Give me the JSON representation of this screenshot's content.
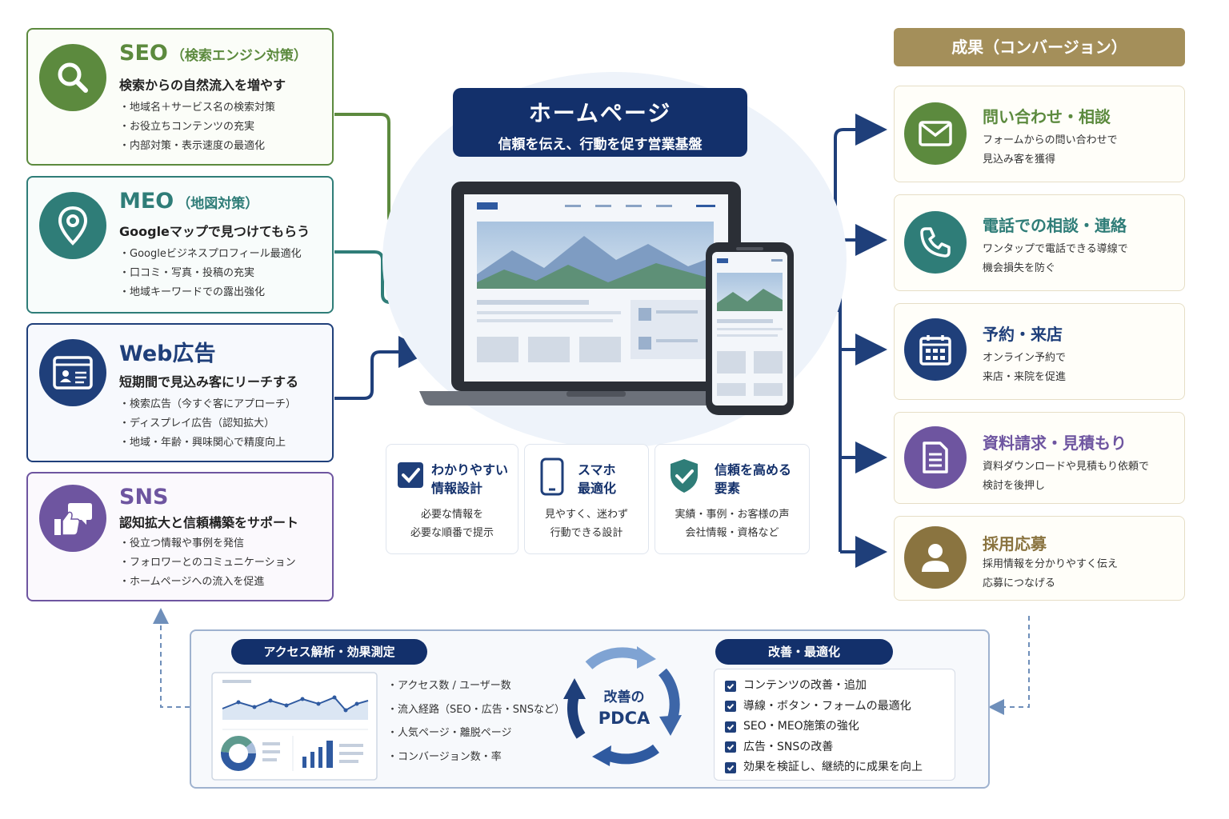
{
  "channels": [
    {
      "title": "SEO",
      "title_sub": "（検索エンジン対策）",
      "subtitle": "検索からの自然流入を増やす",
      "items": [
        "地域名＋サービス名の検索対策",
        "お役立ちコンテンツの充実",
        "内部対策・表示速度の最適化"
      ],
      "color": "#5c8a3e",
      "icon": "search-icon"
    },
    {
      "title": "MEO",
      "title_sub": "（地図対策）",
      "subtitle": "Googleマップで見つけてもらう",
      "items": [
        "Googleビジネスプロフィール最適化",
        "口コミ・写真・投稿の充実",
        "地域キーワードでの露出強化"
      ],
      "color": "#2f7d78",
      "icon": "map-pin-icon"
    },
    {
      "title": "Web広告",
      "title_sub": "",
      "subtitle": "短期間で見込み客にリーチする",
      "items": [
        "検索広告（今すぐ客にアプローチ）",
        "ディスプレイ広告（認知拡大）",
        "地域・年齢・興味関心で精度向上"
      ],
      "color": "#1f3f7a",
      "icon": "browser-ad-icon"
    },
    {
      "title": "SNS",
      "title_sub": "",
      "subtitle": "認知拡大と信頼構築をサポート",
      "items": [
        "役立つ情報や事例を発信",
        "フォロワーとのコミュニケーション",
        "ホームページへの流入を促進"
      ],
      "color": "#6e55a0",
      "icon": "thumbs-up-chat-icon"
    }
  ],
  "homepage": {
    "title": "ホームページ",
    "subtitle": "信頼を伝え、行動を促す営業基盤"
  },
  "features": [
    {
      "title_line1": "わかりやすい",
      "title_line2": "情報設計",
      "desc_line1": "必要な情報を",
      "desc_line2": "必要な順番で提示",
      "icon": "checkbox-icon"
    },
    {
      "title_line1": "スマホ",
      "title_line2": "最適化",
      "desc_line1": "見やすく、迷わず",
      "desc_line2": "行動できる設計",
      "icon": "smartphone-icon"
    },
    {
      "title_line1": "信頼を高める",
      "title_line2": "要素",
      "desc_line1": "実績・事例・お客様の声",
      "desc_line2": "会社情報・資格など",
      "icon": "shield-check-icon"
    }
  ],
  "results": {
    "header": "成果（コンバージョン）",
    "items": [
      {
        "title": "問い合わせ・相談",
        "desc_line1": "フォームからの問い合わせで",
        "desc_line2": "見込み客を獲得",
        "color": "#5c8a3e",
        "icon": "envelope-icon"
      },
      {
        "title": "電話での相談・連絡",
        "desc_line1": "ワンタップで電話できる導線で",
        "desc_line2": "機会損失を防ぐ",
        "color": "#2f7d78",
        "icon": "phone-icon"
      },
      {
        "title": "予約・来店",
        "desc_line1": "オンライン予約で",
        "desc_line2": "来店・来院を促進",
        "color": "#1f3f7a",
        "icon": "calendar-icon"
      },
      {
        "title": "資料請求・見積もり",
        "desc_line1": "資料ダウンロードや見積もり依頼で",
        "desc_line2": "検討を後押し",
        "color": "#6e55a0",
        "icon": "document-icon"
      },
      {
        "title": "採用応募",
        "desc_line1": "採用情報を分かりやすく伝え",
        "desc_line2": "応募につなげる",
        "color": "#8a7440",
        "icon": "person-icon"
      }
    ]
  },
  "analytics": {
    "label": "アクセス解析・効果測定",
    "items": [
      "アクセス数 / ユーザー数",
      "流入経路（SEO・広告・SNSなど）",
      "人気ページ・離脱ページ",
      "コンバージョン数・率"
    ]
  },
  "pdca": {
    "line1": "改善の",
    "line2": "PDCA"
  },
  "improve": {
    "label": "改善・最適化",
    "items": [
      "コンテンツの改善・追加",
      "導線・ボタン・フォームの最適化",
      "SEO・MEO施策の強化",
      "広告・SNSの改善",
      "効果を検証し、継続的に成果を向上"
    ]
  }
}
